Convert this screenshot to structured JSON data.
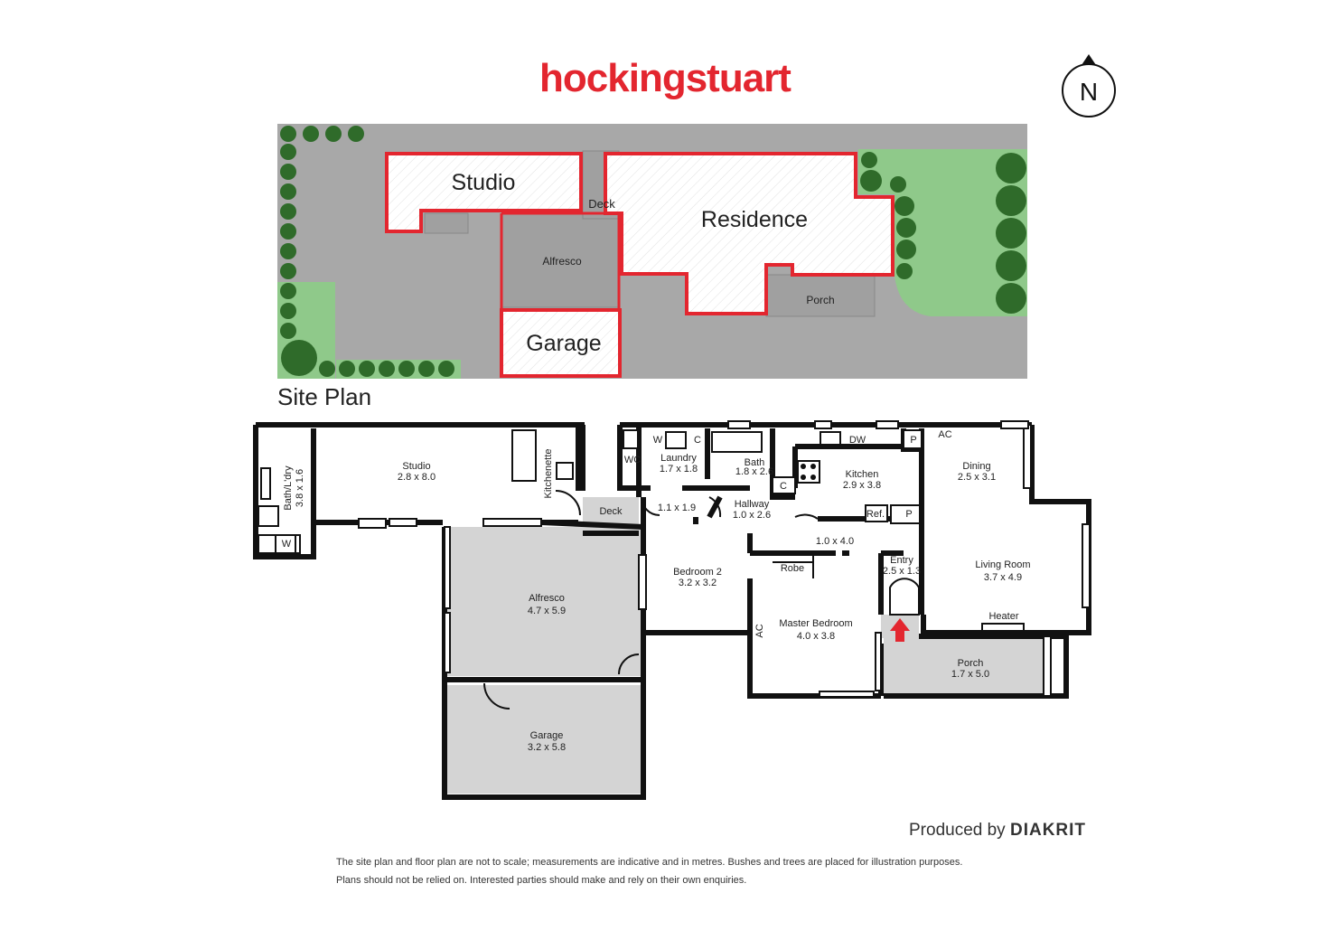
{
  "brand": "hockingstuart",
  "north_label": "N",
  "site_plan": {
    "title": "Site Plan",
    "studio": "Studio",
    "deck": "Deck",
    "residence": "Residence",
    "alfresco": "Alfresco",
    "porch": "Porch",
    "garage": "Garage"
  },
  "floor_plan": {
    "rooms": {
      "bath_lary": "Bath/L'dry",
      "bath_lary_dim": "3.8 x 1.6",
      "w_bath": "W",
      "studio": "Studio",
      "studio_dim": "2.8 x 8.0",
      "kitchenette": "Kitchenette",
      "deck": "Deck",
      "w_laundry": "W",
      "c_laundry": "C",
      "wc": "WC",
      "laundry": "Laundry",
      "laundry_dim": "1.7 x 1.8",
      "bath": "Bath",
      "bath_dim": "1.8 x 2.6",
      "hall_small_dim": "1.1 x 1.9",
      "hallway": "Hallway",
      "hallway_dim": "1.0 x 2.6",
      "c_hall": "C",
      "dw": "DW",
      "p_kitchen": "P",
      "kitchen": "Kitchen",
      "kitchen_dim": "2.9 x 3.8",
      "ref": "Ref.",
      "p_ref": "P",
      "ac_dining": "AC",
      "dining": "Dining",
      "dining_dim": "2.5 x 3.1",
      "corridor_dim": "1.0 x 4.0",
      "entry": "Entry",
      "entry_dim": "2.5 x 1.3",
      "living": "Living Room",
      "living_dim": "3.7 x 4.9",
      "heater": "Heater",
      "bedroom2": "Bedroom 2",
      "bedroom2_dim": "3.2 x 3.2",
      "robe": "Robe",
      "master": "Master Bedroom",
      "master_dim": "4.0 x 3.8",
      "ac_master": "AC",
      "porch": "Porch",
      "porch_dim": "1.7 x 5.0",
      "alfresco": "Alfresco",
      "alfresco_dim": "4.7 x 5.9",
      "garage": "Garage",
      "garage_dim": "3.2 x 5.8"
    }
  },
  "produced_by": "Produced by",
  "producer": "DIAKRIT",
  "disclaimer_line1": "The site plan and floor plan are not to scale; measurements are indicative and in metres. Bushes and trees are placed for illustration purposes.",
  "disclaimer_line2": "Plans should not be relied on. Interested parties should make and rely on their own enquiries.",
  "colors": {
    "brand_red": "#e3262f",
    "land_grey": "#a8a8a8",
    "lawn_green": "#8fc98a",
    "tree_green": "#2f6b2a",
    "slab_grey": "#d4d4d4"
  }
}
